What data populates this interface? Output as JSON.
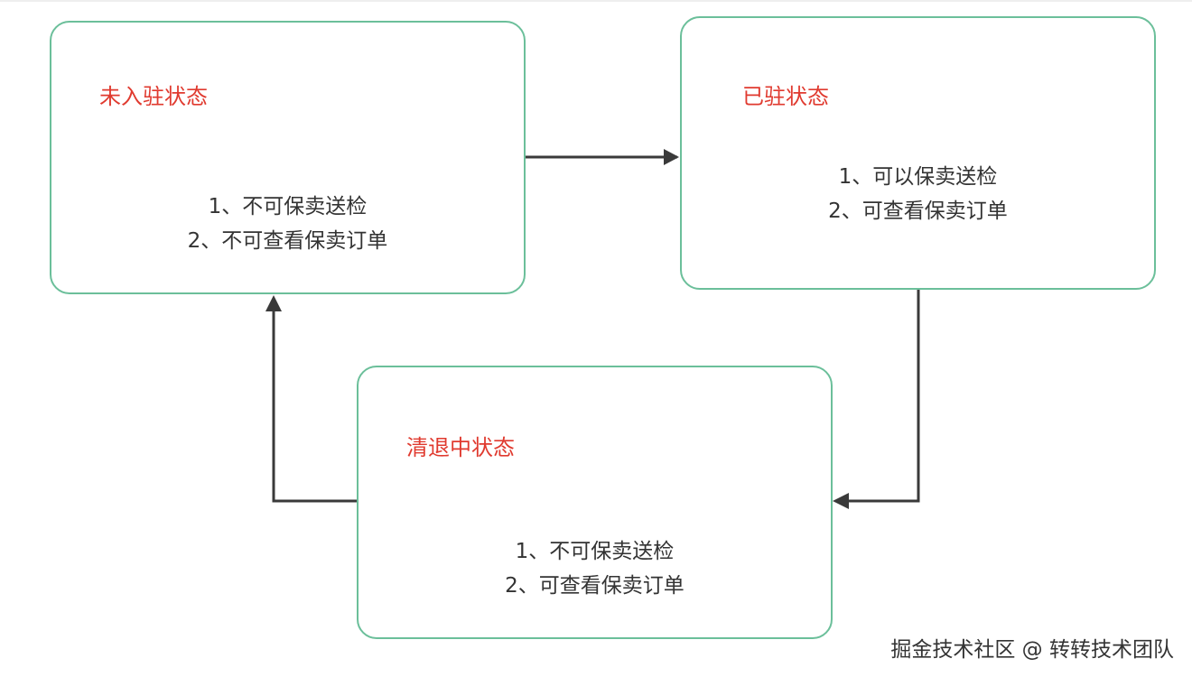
{
  "states": {
    "not_entered": {
      "title": "未入驻状态",
      "lines": [
        "1、不可保卖送检",
        "2、不可查看保卖订单"
      ]
    },
    "entered": {
      "title": "已驻状态",
      "lines": [
        "1、可以保卖送检",
        "2、可查看保卖订单"
      ]
    },
    "clearing": {
      "title": "清退中状态",
      "lines": [
        "1、不可保卖送检",
        "2、可查看保卖订单"
      ]
    }
  },
  "colors": {
    "box_border": "#6bbf9a",
    "title": "#e03a2f",
    "text": "#333333",
    "arrow": "#3a3a3a"
  },
  "watermark": "掘金技术社区 @ 转转技术团队"
}
